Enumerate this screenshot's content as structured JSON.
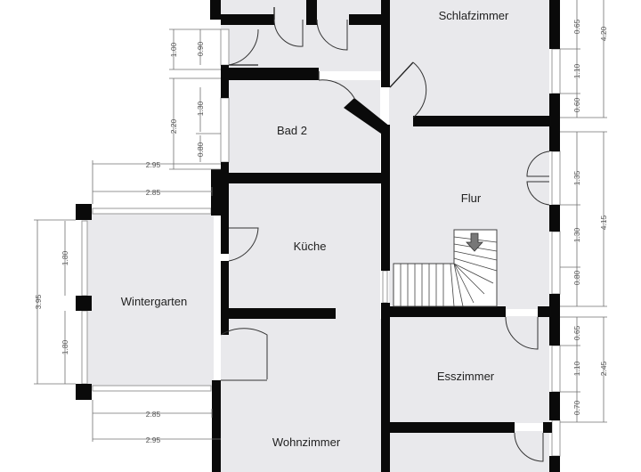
{
  "rooms": {
    "schlafzimmer": "Schlafzimmer",
    "bad2": "Bad 2",
    "flur": "Flur",
    "kueche": "Küche",
    "wintergarten": "Wintergarten",
    "esszimmer": "Esszimmer",
    "wohnzimmer": "Wohnzimmer"
  },
  "dimensions": {
    "left_outer_upper": "1.00",
    "left_inner_upper": "0.90",
    "left_outer_mid": "2.20",
    "left_inner_mid_a": "1.30",
    "left_inner_mid_b": "0.80",
    "wg_top_outer": "2.95",
    "wg_top_inner": "2.85",
    "wg_left_outer": "3.95",
    "wg_left_inner_a": "1.80",
    "wg_left_inner_b": "1.80",
    "wg_bottom_inner": "2.85",
    "wg_bottom_outer": "2.95",
    "right_top_outer": "4.20",
    "right_top_a": "0.65",
    "right_top_b": "1.10",
    "right_top_c": "0.60",
    "right_mid_outer": "4.15",
    "right_mid_a": "1.35",
    "right_mid_b": "1.30",
    "right_mid_c": "0.80",
    "right_low_outer": "2.45",
    "right_low_a": "0.65",
    "right_low_b": "1.10",
    "right_low_c": "0.70"
  },
  "icons": {
    "stair_direction": "arrow-down-icon"
  }
}
